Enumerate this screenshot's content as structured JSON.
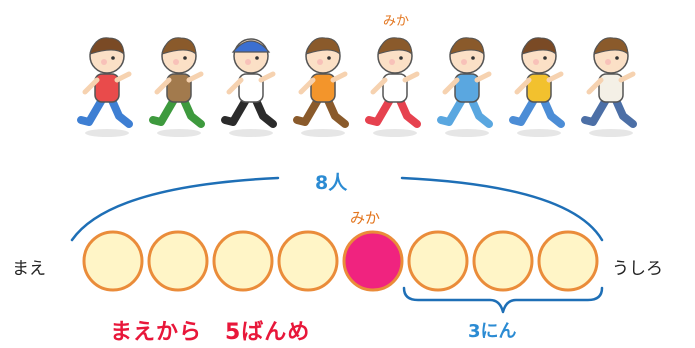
{
  "top_name": "みか",
  "total_label": "8人",
  "circle_name": "みか",
  "front_label": "まえ",
  "back_label": "うしろ",
  "order_label": "まえから　5ばんめ",
  "behind_label": "3にん",
  "circle_count": 8,
  "highlight_index": 5,
  "colors": {
    "circle_fill": "#fff5c7",
    "circle_stroke": "#ea8c3a",
    "highlight_fill": "#f0237f",
    "brace": "#1e6fb6",
    "accent_blue": "#2b8bd3",
    "accent_red": "#e8173a",
    "accent_orange": "#e3761f"
  },
  "children": [
    {
      "shirt": "#e94b4b",
      "pants": "#3e7fd3",
      "hair": "#7a4a25"
    },
    {
      "shirt": "#a27a4d",
      "pants": "#3e9a3e",
      "hair": "#8a5a2b"
    },
    {
      "shirt": "#ffffff",
      "pants": "#2b2b2b",
      "hair": "#3b6fd1",
      "cap": true
    },
    {
      "shirt": "#f3952b",
      "pants": "#8a5a2b",
      "hair": "#8a5a2b"
    },
    {
      "shirt": "#ffffff",
      "pants": "#e6424f",
      "hair": "#8a5a2b"
    },
    {
      "shirt": "#5aa7e0",
      "pants": "#5aa7e0",
      "hair": "#8a5a2b"
    },
    {
      "shirt": "#f2c12e",
      "pants": "#4c8dd6",
      "hair": "#7a4a25"
    },
    {
      "shirt": "#f4f0e6",
      "pants": "#4c6fa6",
      "hair": "#8a5a2b"
    }
  ]
}
